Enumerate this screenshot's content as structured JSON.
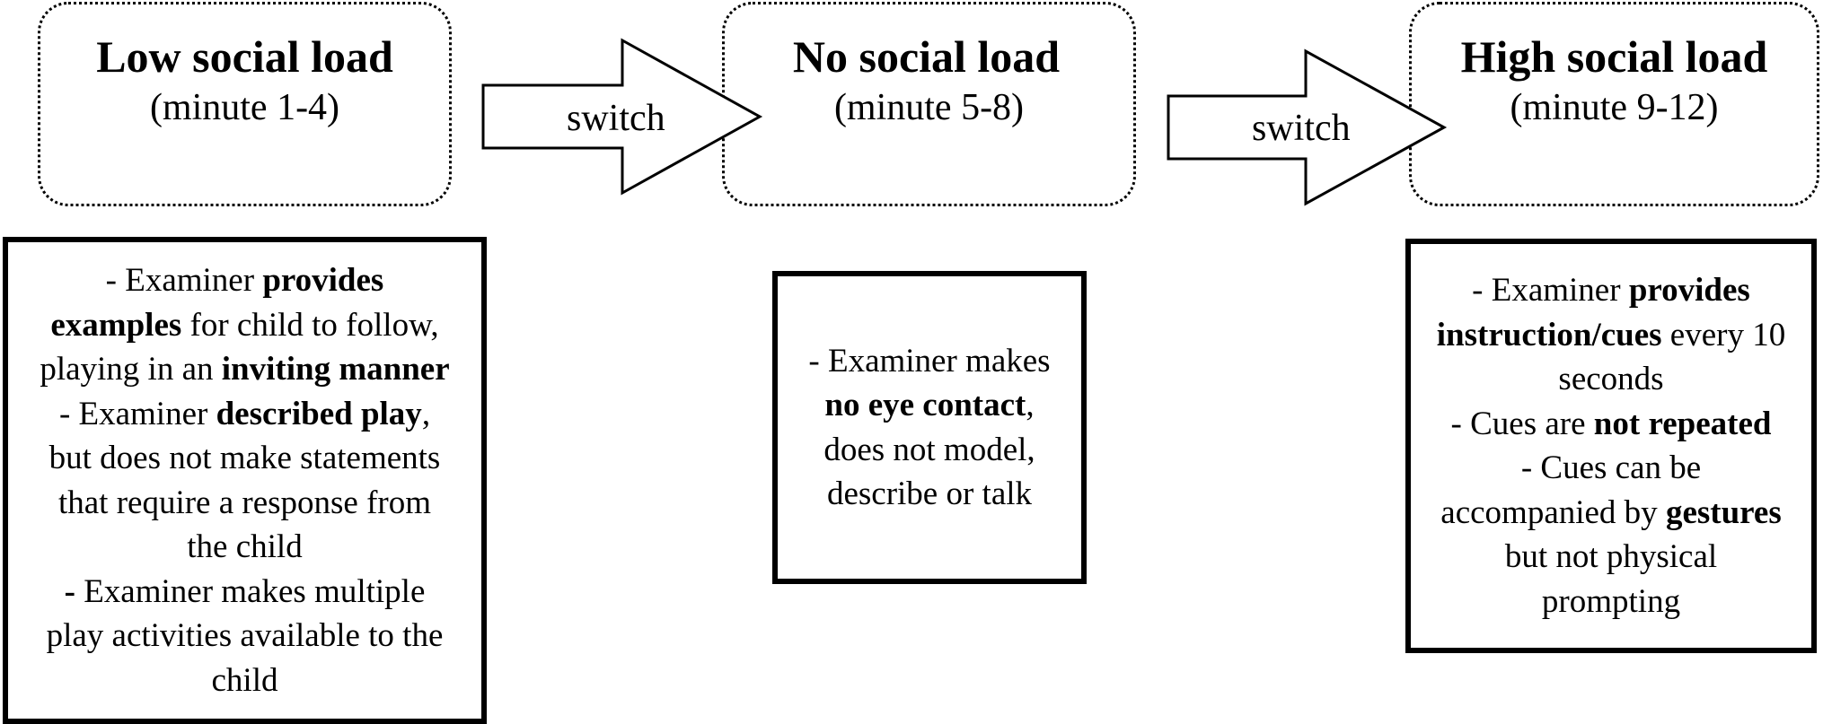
{
  "phases": [
    {
      "title": "Low social load",
      "time": "(minute 1-4)"
    },
    {
      "title": "No social load",
      "time": "(minute 5-8)"
    },
    {
      "title": "High social load",
      "time": "(minute 9-12)"
    }
  ],
  "arrows": [
    {
      "label": "switch"
    },
    {
      "label": "switch"
    }
  ],
  "descriptions": [
    {
      "lines": [
        {
          "a": "- Examiner ",
          "b": "provides"
        },
        {
          "b": "examples",
          "c": " for child to follow,"
        },
        {
          "a": "playing in an ",
          "b": "inviting manner"
        },
        {
          "a": "- Examiner ",
          "b": "described play",
          "c": ","
        },
        {
          "a": "but does not make statements"
        },
        {
          "a": "that require a response from"
        },
        {
          "a": "the child"
        },
        {
          "b": "-",
          "c": " Examiner makes multiple"
        },
        {
          "a": "play activities available to the"
        },
        {
          "a": "child"
        }
      ]
    },
    {
      "lines": [
        {
          "a": "- Examiner makes"
        },
        {
          "b": "no eye contact",
          "c": ","
        },
        {
          "a": "does not model,"
        },
        {
          "a": "describe or talk"
        }
      ]
    },
    {
      "lines": [
        {
          "a": "- Examiner ",
          "b": "provides"
        },
        {
          "b": "instruction/cues",
          "c": " every 10"
        },
        {
          "a": "seconds"
        },
        {
          "a": "- Cues are ",
          "b": "not repeated"
        },
        {
          "a": "- Cues can be"
        },
        {
          "a": "accompanied by ",
          "b": "gestures"
        },
        {
          "a": "but not physical"
        },
        {
          "a": "prompting"
        }
      ]
    }
  ]
}
